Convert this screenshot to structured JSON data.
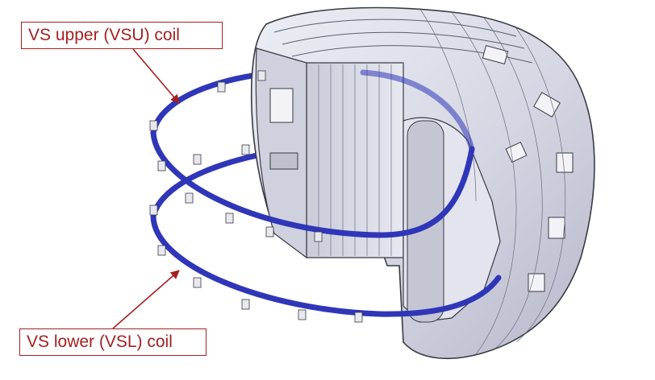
{
  "callouts": {
    "upper": "VS upper (VSU) coil",
    "lower": "VS lower (VSL) coil"
  },
  "colors": {
    "label": "#a32021",
    "coil": "#2f36b8",
    "vessel_fill": "#dcdde8",
    "vessel_shade": "#b8bacb",
    "vessel_line": "#3a3a44"
  },
  "icons": {
    "upper_leader": "arrow-leader",
    "lower_leader": "arrow-leader"
  }
}
